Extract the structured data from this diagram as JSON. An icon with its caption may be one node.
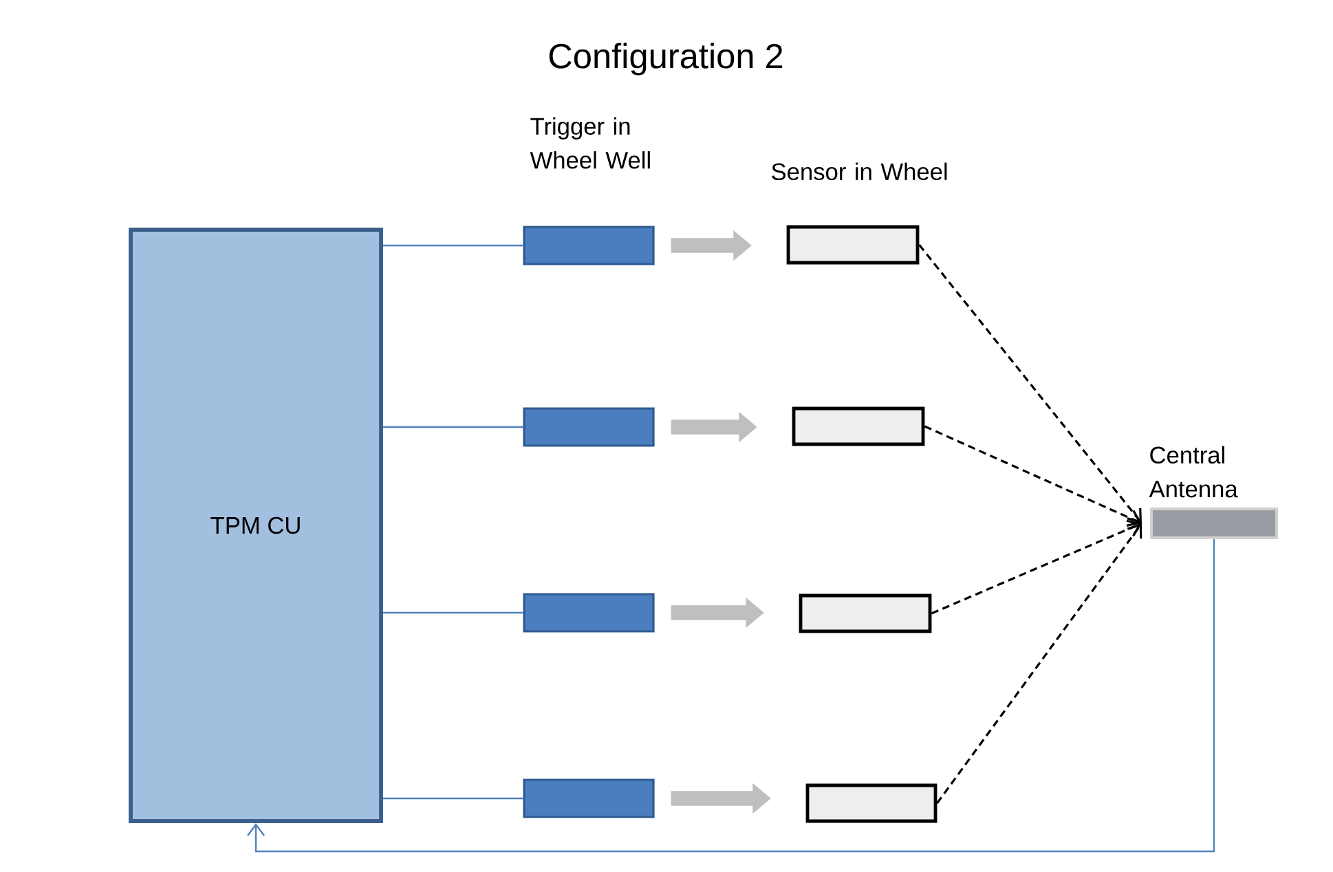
{
  "diagram": {
    "title": "Configuration 2",
    "nodes": [
      {
        "text": [
          "TPM CU"
        ]
      },
      {
        "text": [],
        "shape": "box"
      },
      {
        "text": [],
        "shape": "box"
      },
      {
        "text": [],
        "shape": "box"
      },
      {
        "text": [],
        "shape": "box"
      },
      {
        "text": [],
        "shape": "box"
      },
      {
        "text": [],
        "shape": "box"
      },
      {
        "text": [],
        "shape": "box"
      },
      {
        "text": [],
        "shape": "box"
      },
      {
        "text": [
          "Central Antenna"
        ]
      }
    ],
    "edges": [
      {
        "from": 0,
        "to": 1,
        "arrow": "none",
        "color": "#4f81bd"
      },
      {
        "from": 0,
        "to": 2,
        "arrow": "none",
        "color": "#4f81bd"
      },
      {
        "from": 0,
        "to": 3,
        "arrow": "none",
        "color": "#4f81bd"
      },
      {
        "from": 0,
        "to": 4,
        "arrow": "none",
        "color": "#4f81bd"
      },
      {
        "from": 1,
        "to": 5,
        "arrow": "to",
        "style": "thick",
        "color": "#bfbfbf"
      },
      {
        "from": 2,
        "to": 6,
        "arrow": "to",
        "style": "thick",
        "color": "#bfbfbf"
      },
      {
        "from": 3,
        "to": 7,
        "arrow": "to",
        "style": "thick",
        "color": "#bfbfbf"
      },
      {
        "from": 4,
        "to": 8,
        "arrow": "to",
        "style": "thick",
        "color": "#bfbfbf"
      },
      {
        "from": 5,
        "to": 9,
        "arrow": "to",
        "style": "dashed",
        "color": "#000000"
      },
      {
        "from": 6,
        "to": 9,
        "arrow": "to",
        "style": "dashed",
        "color": "#000000"
      },
      {
        "from": 7,
        "to": 9,
        "arrow": "to",
        "style": "dashed",
        "color": "#000000"
      },
      {
        "from": 8,
        "to": 9,
        "arrow": "to",
        "style": "dashed",
        "color": "#000000"
      },
      {
        "from": 9,
        "to": 0,
        "arrow": "to",
        "color": "#4f81bd"
      }
    ],
    "labels": [
      "Trigger in Wheel Well",
      "Sensor in Wheel"
    ]
  }
}
